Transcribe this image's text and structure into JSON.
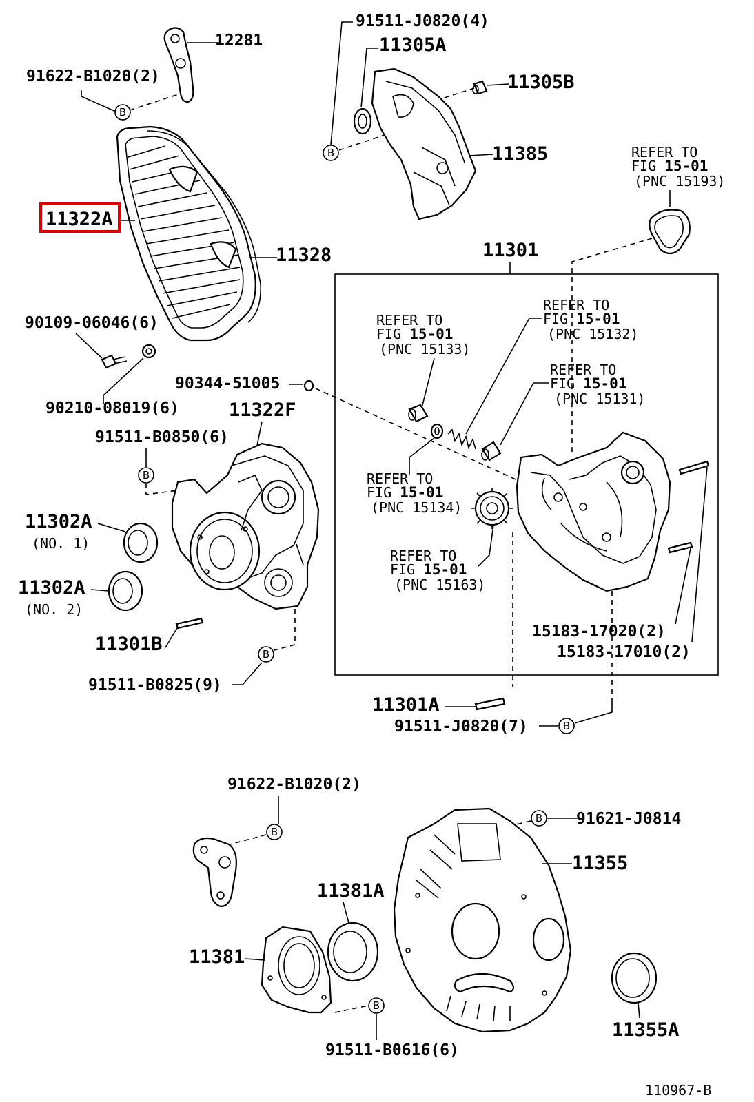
{
  "colors": {
    "highlight": "#e00000",
    "ink": "#000000"
  },
  "bolt_marker": "B",
  "labels": {
    "p12281": "12281",
    "p91622_top": "91622-B1020(2)",
    "p91511_j0820_4": "91511-J0820(4)",
    "p11305a": "11305A",
    "p11305b": "11305B",
    "p11385": "11385",
    "p11322a": "11322A",
    "p11328": "11328",
    "p90109": "90109-06046(6)",
    "p90210": "90210-08019(6)",
    "p90344": "90344-51005",
    "p11322f": "11322F",
    "p91511_b0850": "91511-B0850(6)",
    "p11302a_1": "11302A",
    "no1": "(NO. 1)",
    "p11302a_2": "11302A",
    "no2": "(NO. 2)",
    "p11301b": "11301B",
    "p91511_b0825": "91511-B0825(9)",
    "p11301": "11301",
    "p11301a": "11301A",
    "p91511_j0820_7": "91511-J0820(7)",
    "p15183_17020": "15183-17020(2)",
    "p15183_17010": "15183-17010(2)",
    "p91622_bottom": "91622-B1020(2)",
    "p91621": "91621-J0814",
    "p11355": "11355",
    "p11381a": "11381A",
    "p11381": "11381",
    "p11355a": "11355A",
    "p91511_b0616": "91511-B0616(6)",
    "diagram_id": "110967-B"
  },
  "refers": {
    "r15193": {
      "l1": "REFER TO",
      "l2a": "FIG ",
      "l2b": "15-01",
      "l3": "(PNC 15193)"
    },
    "r15133": {
      "l1": "REFER TO",
      "l2a": "FIG ",
      "l2b": "15-01",
      "l3": "(PNC 15133)"
    },
    "r15132": {
      "l1": "REFER TO",
      "l2a": "FIG ",
      "l2b": "15-01",
      "l3": "(PNC 15132)"
    },
    "r15131": {
      "l1": "REFER TO",
      "l2a": "FIG ",
      "l2b": "15-01",
      "l3": "(PNC 15131)"
    },
    "r15134": {
      "l1": "REFER TO",
      "l2a": "FIG ",
      "l2b": "15-01",
      "l3": "(PNC 15134)"
    },
    "r15163": {
      "l1": "REFER TO",
      "l2a": "FIG ",
      "l2b": "15-01",
      "l3": "(PNC 15163)"
    }
  }
}
